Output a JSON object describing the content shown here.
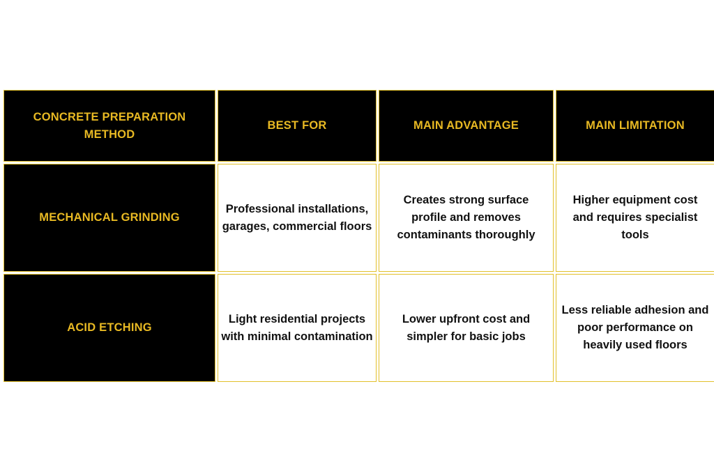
{
  "colors": {
    "header_bg": "#000000",
    "header_text": "#e8b923",
    "border": "#e2c02a",
    "body_bg": "#ffffff",
    "body_text": "#111111"
  },
  "table": {
    "headers": [
      "CONCRETE PREPARATION METHOD",
      "BEST FOR",
      "MAIN ADVANTAGE",
      "MAIN LIMITATION"
    ],
    "rows": [
      {
        "method": "MECHANICAL GRINDING",
        "best_for": "Professional installations, garages, commercial floors",
        "advantage": "Creates strong surface profile and removes contaminants thoroughly",
        "limitation": "Higher equipment cost and requires specialist tools"
      },
      {
        "method": "ACID ETCHING",
        "best_for": "Light residential projects with minimal contamination",
        "advantage": "Lower upfront cost and simpler for basic jobs",
        "limitation": "Less reliable adhesion and poor performance on heavily used floors"
      }
    ]
  }
}
